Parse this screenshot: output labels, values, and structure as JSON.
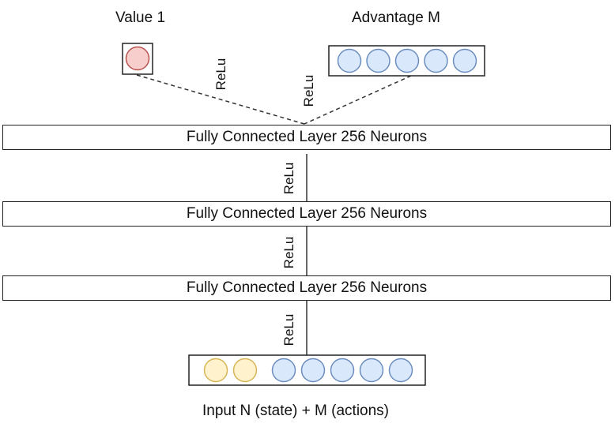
{
  "outputs": {
    "value_label": "Value 1",
    "advantage_label": "Advantage M"
  },
  "layers": [
    {
      "label": "Fully Connected Layer 256 Neurons"
    },
    {
      "label": "Fully Connected Layer 256 Neurons"
    },
    {
      "label": "Fully Connected Layer 256 Neurons"
    }
  ],
  "activations": {
    "value_branch": "ReLu",
    "advantage_branch": "ReLu",
    "layer1_to_layer2": "ReLu",
    "layer2_to_layer3": "ReLu",
    "input_to_layer3": "ReLu"
  },
  "input": {
    "label": "Input N (state) + M (actions)",
    "state_neurons": 2,
    "action_neurons": 5
  },
  "advantage_neurons": 5,
  "value_neurons": 1,
  "colors": {
    "value_fill": "#f8cecc",
    "value_stroke": "#b85450",
    "action_fill": "#dae8fc",
    "action_stroke": "#6c8ebf",
    "state_fill": "#fff2cc",
    "state_stroke": "#d6b656",
    "line": "#333333"
  }
}
